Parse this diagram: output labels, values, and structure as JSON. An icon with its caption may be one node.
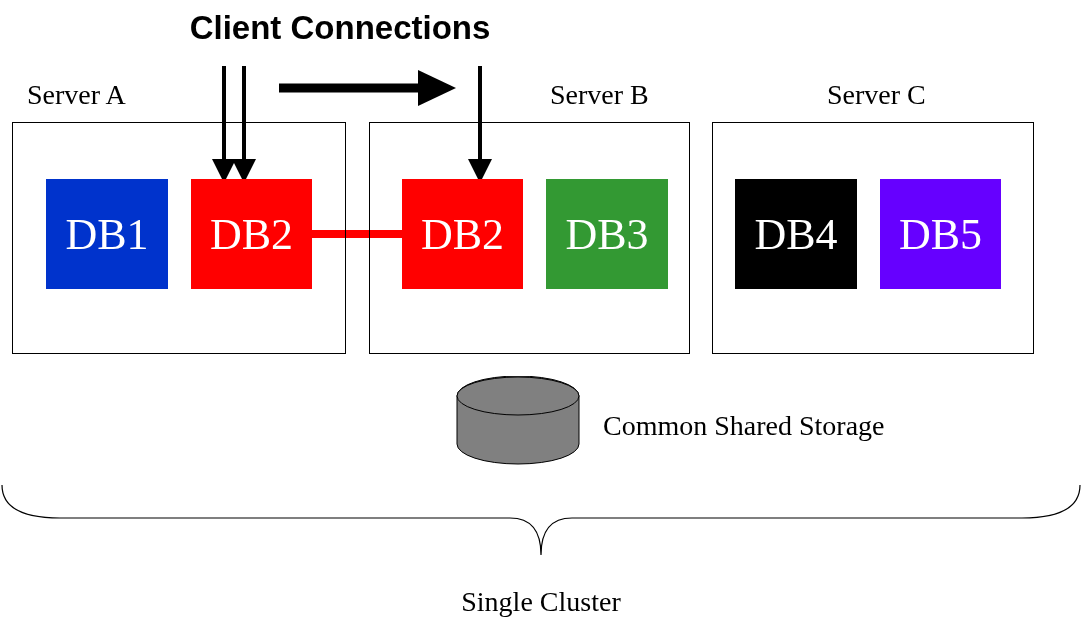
{
  "diagram": {
    "nodes": [
      {
        "text": [
          "Client Connections"
        ]
      },
      {
        "text": [
          "Server A"
        ]
      },
      {
        "text": [
          "DB1"
        ],
        "in": 1
      },
      {
        "text": [
          "DB2"
        ],
        "in": 1
      },
      {
        "text": [
          "Server B"
        ]
      },
      {
        "text": [
          "DB2"
        ],
        "in": 4
      },
      {
        "text": [
          "DB3"
        ],
        "in": 4
      },
      {
        "text": [
          "Server C"
        ]
      },
      {
        "text": [
          "DB4"
        ],
        "in": 7
      },
      {
        "text": [
          "DB5"
        ],
        "in": 7
      },
      {
        "text": [],
        "shape": "cylinder",
        "beside": [
          "Common Shared Storage"
        ]
      }
    ],
    "edges": [
      {
        "from": 0,
        "to": 3,
        "arrow": "to"
      },
      {
        "from": 0,
        "to": 3,
        "arrow": "to"
      },
      {
        "from": 0,
        "to": 5,
        "arrow": "to"
      },
      {
        "from": 3,
        "to": 5,
        "arrow": "none",
        "style": "thick",
        "color": "#ff0000"
      }
    ],
    "labels": [
      "Single Cluster"
    ]
  }
}
